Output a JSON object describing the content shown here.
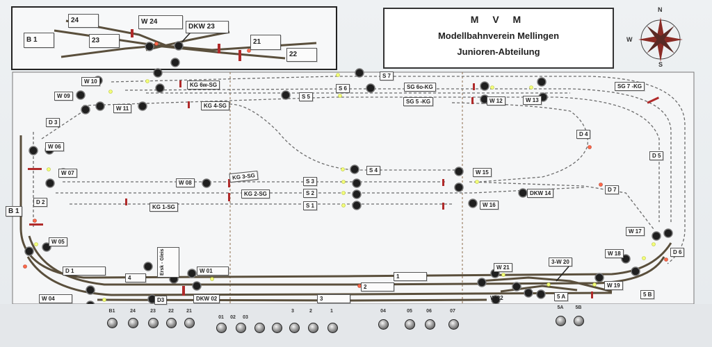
{
  "title": {
    "line1": "M V M",
    "line2": "Modellbahnverein Mellingen",
    "line3": "Junioren-Abteilung"
  },
  "compass": {
    "n": "N",
    "s": "S",
    "w": "W"
  },
  "labels": {
    "B1_top": "B  1",
    "n24": "24",
    "n23": "23",
    "W24": "W 24",
    "DKW23": "DKW 23",
    "n21": "21",
    "n22": "22",
    "W10": "W 10",
    "W09": "W 09",
    "W11": "W 11",
    "KG6wSG": "KG 6w-SG",
    "KG4SG": "KG 4-SG",
    "S7": "S 7",
    "S6": "S 6",
    "S5": "S 5",
    "SG6oKG": "SG 6o-KG",
    "SG5KG": "SG 5  -KG",
    "W12": "W 12",
    "W13": "W 13",
    "SG7KG": "SG 7 -KG",
    "D3": "D 3",
    "W06": "W 06",
    "W07": "W 07",
    "D4": "D 4",
    "D5": "D 5",
    "S4": "S 4",
    "W15": "W 15",
    "KG3SG": "KG 3-SG",
    "W08": "W 08",
    "S3": "S 3",
    "S2": "S 2",
    "KG2SG": "KG 2-SG",
    "S1": "S 1",
    "KG1SG": "KG 1-SG",
    "W16": "W 16",
    "DKW14": "DKW 14",
    "D7": "D 7",
    "D2": "D 2",
    "B1": "B  1",
    "W05": "W 05",
    "W17": "W 17",
    "W18": "W 18",
    "D6": "D 6",
    "D1": "D 1",
    "n4": "4",
    "W01": "W 01",
    "n1": "1",
    "n2": "2",
    "W21": "W 21",
    "W20": "3-W 20",
    "W19": "W 19",
    "W04": "W 04",
    "D03": "D3",
    "DKW02": "DKW 02",
    "n3": "3",
    "W22": "W 22",
    "n5A": "5 A",
    "n5B": "5 B"
  },
  "ersatz": "Ersk - Gleis",
  "knobs": {
    "B1": "B1",
    "k24": "24",
    "k23": "23",
    "k22": "22",
    "k21": "21",
    "k01": "01",
    "k02": "02",
    "k03": "03",
    "k3": "3",
    "k2": "2",
    "k1": "1",
    "k04": "04",
    "k05": "05",
    "k06": "06",
    "k07": "07",
    "k5A": "5A",
    "k5B": "5B"
  },
  "colors": {
    "track": "#5a4f3c",
    "track_dashed": "#6b6b6b",
    "signal_red": "#b02a2a",
    "led_green": "#f4ff7a",
    "led_red": "#ff6a4a"
  }
}
